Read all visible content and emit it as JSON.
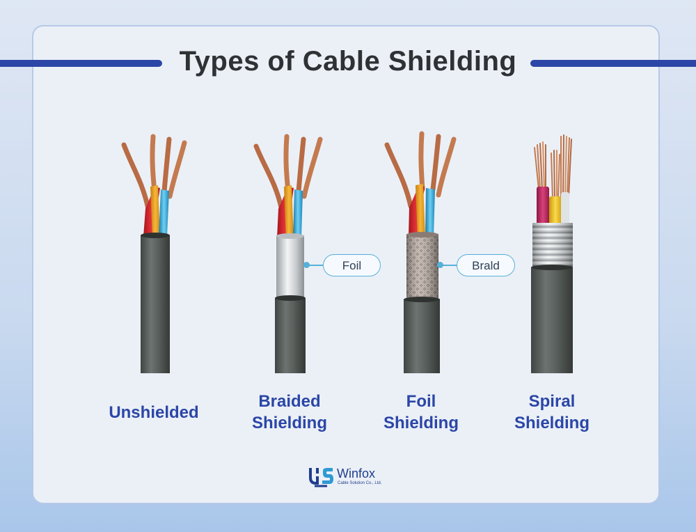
{
  "title": "Types of Cable Shielding",
  "cables": [
    {
      "id": "unshielded",
      "lines": [
        "Unshielded"
      ]
    },
    {
      "id": "braided",
      "lines": [
        "Braided",
        "Shielding"
      ]
    },
    {
      "id": "foil",
      "lines": [
        "Foil",
        "Shielding"
      ]
    },
    {
      "id": "spiral",
      "lines": [
        "Spiral",
        "Shielding"
      ]
    }
  ],
  "callouts": [
    {
      "id": "foil-callout",
      "text": "Foil"
    },
    {
      "id": "braid-callout",
      "text": "Brald"
    }
  ],
  "brand": {
    "name": "Winfox",
    "tagline": "Cable Solution Co., Ltd."
  },
  "colors": {
    "accent": "#2b46a6",
    "callout": "#56b0d8",
    "jacket": "#5c625f",
    "wire_red": "#d8262e",
    "wire_orange": "#f0a11d",
    "wire_blue": "#2ea3d8",
    "wire_magenta": "#c2245e",
    "wire_yellow": "#f2c21f",
    "copper": "#c47a4f"
  }
}
